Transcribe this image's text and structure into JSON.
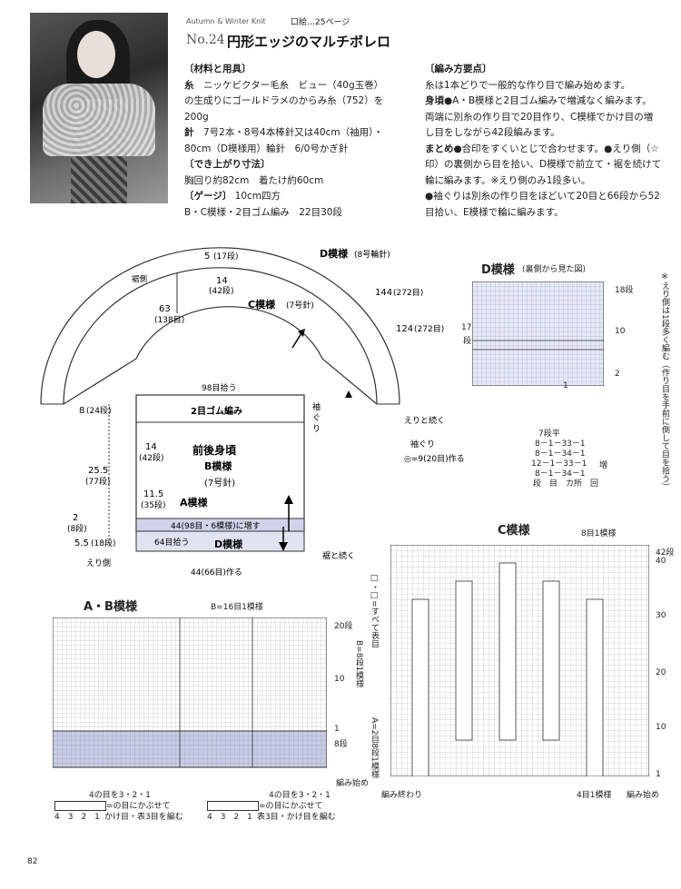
{
  "header": {
    "series_en": "Autumn & Winter Knit",
    "photo_ref": "口絵…25ページ",
    "number": "No.24",
    "title": "円形エッジのマルチボレロ"
  },
  "materials": {
    "heading": "〔材料と用具〕",
    "yarn_label": "糸",
    "yarn_l1": "ニッケビクター毛糸　ビュー（40g玉巻）",
    "yarn_l2": "の生成りにゴールドラメのからみ糸（752）を",
    "yarn_l3": "200g",
    "needle_label": "針",
    "needle_l1": "7号2本・8号4本棒針又は40cm（袖用）・",
    "needle_l2": "80cm（D模様用）輪針　6/0号かぎ針",
    "size_heading": "〔でき上がり寸法〕",
    "size": "胸回り約82cm　着たけ約60cm",
    "gauge_heading": "〔ゲージ〕",
    "gauge_unit": "10cm四方",
    "gauge": "B・C模様・2目ゴム編み　22目30段"
  },
  "method": {
    "heading": "〔編み方要点〕",
    "l1": "糸は1本どりで一般的な作り目で編み始めます。",
    "body_label": "身頃",
    "l2": "●A・B模様と2目ゴム編みで増減なく編みます。",
    "l3": "両端に別糸の作り目で20目作り、C模様でかけ目の増",
    "l4": "し目をしながら42段編みます。",
    "finish_label": "まとめ",
    "l5": "●合印をすくいとじで合わせます。●えり側（☆",
    "l6": "印）の裏側から目を拾い、D模様で前立て・裾を続けて",
    "l7": "輪に編みます。※えり側のみ1段多い。",
    "l8": "●袖ぐりは別糸の作り目をほどいて20目と66段から52",
    "l9": "目拾い、E模様で輪に編みます。"
  },
  "schematic": {
    "hem_side": "裾側",
    "w5": "5",
    "r17": "(17段)",
    "d_pattern": "D模様",
    "d_needle": "(8号輪針)",
    "w14": "14",
    "r42": "(42段)",
    "c_pattern": "C模様",
    "c_needle": "(7号針)",
    "w144": "144",
    "s272a": "(272目)",
    "w63": "63",
    "s138": "(138目)",
    "w124": "124",
    "s272b": "(272目)",
    "pick98": "98目拾う",
    "rib": "2目ゴム編み",
    "sleeve1": "袖",
    "sleeve2": "ぐ",
    "sleeve3": "り",
    "h8": "8",
    "r24": "(24段)",
    "h14": "14",
    "r42b": "(42段)",
    "body_title": "前後身頃",
    "b_pattern": "B模様",
    "needle7": "(7号針)",
    "h25": "25.5",
    "r77": "(77段)",
    "h11": "11.5",
    "r35": "(35段)",
    "a_pattern": "A模様",
    "inc_text": "44(98目・6模様)に増す",
    "h2": "2",
    "r8": "(8段)",
    "h5": "5.5",
    "r18": "(18段)",
    "pick64": "64目拾う",
    "d_bottom": "D模様",
    "collar_side": "えり側",
    "width44": "44(66目)作る",
    "to_collar": "えりと続く",
    "to_hem": "裾と続く",
    "armhole": "袖ぐり",
    "armhole_st": "◎=9(20目)作る",
    "rule_head": "7段平",
    "rule1": "8－1－33－1",
    "rule2": "8－1－34－1",
    "rule3": "12－1－33－1",
    "rule4": "8－1－34－1",
    "rule_foot": "段　目　カ所　回",
    "rule_inc": "増"
  },
  "d_chart": {
    "title": "D模様",
    "subtitle": "(裏側から見た図)",
    "r18": "18段",
    "r10": "10",
    "r2": "2",
    "r1": "1",
    "rows17": "17",
    "rows17b": "段",
    "side_note": "※えり側は1段多く編む（作り目を手前に倒して目を拾う）"
  },
  "c_chart": {
    "title": "C模様",
    "repeat": "8目1模様",
    "r42": "42段",
    "r40": "40",
    "r30": "30",
    "r20": "20",
    "r10": "10",
    "r1": "1",
    "end": "編み終わり",
    "start": "編み始め",
    "st4": "4目1模様"
  },
  "ab_chart": {
    "title": "A・B模様",
    "b_repeat": "B=16目1模様",
    "r20": "20段",
    "r10": "10",
    "r1": "1",
    "r8": "8段",
    "start": "編み始め",
    "b_side": "B=8段1模様",
    "a_side": "A=2目8段1模様",
    "legend_note": "□・□=すべて表目",
    "note1a": "4の目を3・2・1",
    "note1b": "=の目にかぶせて",
    "note1c": "かけ目・表3目を編む",
    "note2a": "4の目を3・2・1",
    "note2b": "=の目にかぶせて",
    "note2c": "表3目・かけ目を編む",
    "nums": "4　3　2　1"
  },
  "page_number": "82"
}
